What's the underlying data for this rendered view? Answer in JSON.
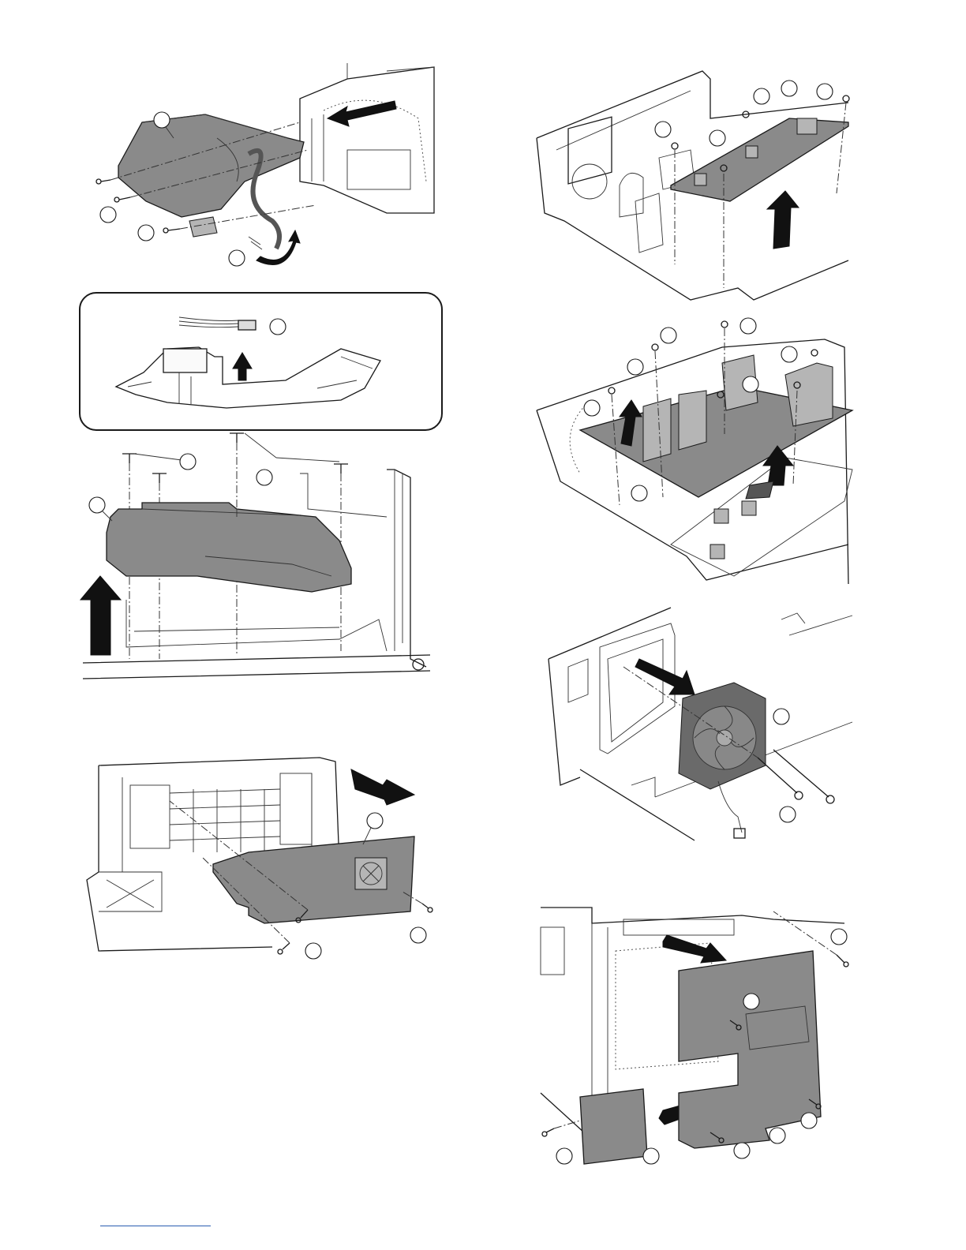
{
  "page": {
    "background": "#ffffff"
  },
  "figures": [
    {
      "id": "fig-laser-unit-cover",
      "description_icon": "cover-removal-illustration"
    },
    {
      "id": "fig-connector-detail",
      "description_icon": "connector-detail-illustration"
    },
    {
      "id": "fig-laser-unit-lift",
      "description_icon": "unit-lift-illustration"
    },
    {
      "id": "fig-rear-frame-panel",
      "description_icon": "panel-removal-illustration"
    },
    {
      "id": "fig-pwb-removal",
      "description_icon": "pwb-removal-illustration"
    },
    {
      "id": "fig-power-supply-pwb",
      "description_icon": "power-supply-illustration"
    },
    {
      "id": "fig-fan-motor",
      "description_icon": "fan-removal-illustration"
    },
    {
      "id": "fig-side-cover",
      "description_icon": "side-cover-removal-illustration"
    }
  ],
  "colors": {
    "part_fill": "#8a8a8a",
    "line": "#1a1a1a",
    "footer_link": "#2a5db0"
  }
}
